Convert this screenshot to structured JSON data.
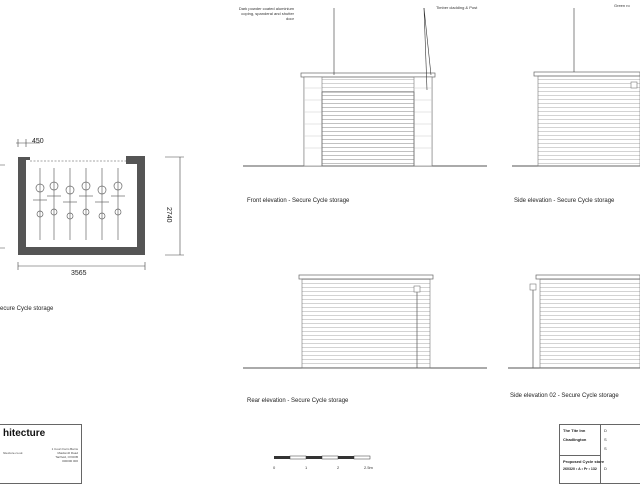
{
  "plan": {
    "dim_top": "450",
    "dim_side": "2740",
    "dim_bottom": "3565",
    "caption": "ecure Cycle storage"
  },
  "elevations": {
    "front": {
      "caption": "Front elevation - Secure Cycle storage",
      "note_left_lines": [
        "Dark powder coated aluminium",
        "coping, spanderal and shutter",
        "door"
      ],
      "note_right": "Timber cladding & Post"
    },
    "side": {
      "caption": "Side elevation - Secure Cycle storage",
      "note": "Green ro"
    },
    "rear": {
      "caption": "Rear elevation - Secure Cycle storage"
    },
    "side2": {
      "caption": "Side elevation 02 - Secure Cycle storage"
    }
  },
  "scale_bar": {
    "labels": [
      "0",
      "1",
      "2",
      "2.5m"
    ]
  },
  "logo_block": {
    "name": "hitecture",
    "address_lines": [
      "1 Court Farm Barns",
      "Maidsmill Road",
      "Tarrfield, OX0OB",
      "000000 000"
    ],
    "contact": "hitecture.co.uk"
  },
  "title_block": {
    "project": "The Tite Inn",
    "location": "Chadlington",
    "drawing_title": "Proposed Cycle store",
    "drawing_no": "260320 • A • Pr • 132",
    "right_labels": [
      "D",
      "S",
      "S",
      "D"
    ]
  },
  "colors": {
    "line": "#555555",
    "dark": "#444444",
    "wall": "#555555"
  }
}
